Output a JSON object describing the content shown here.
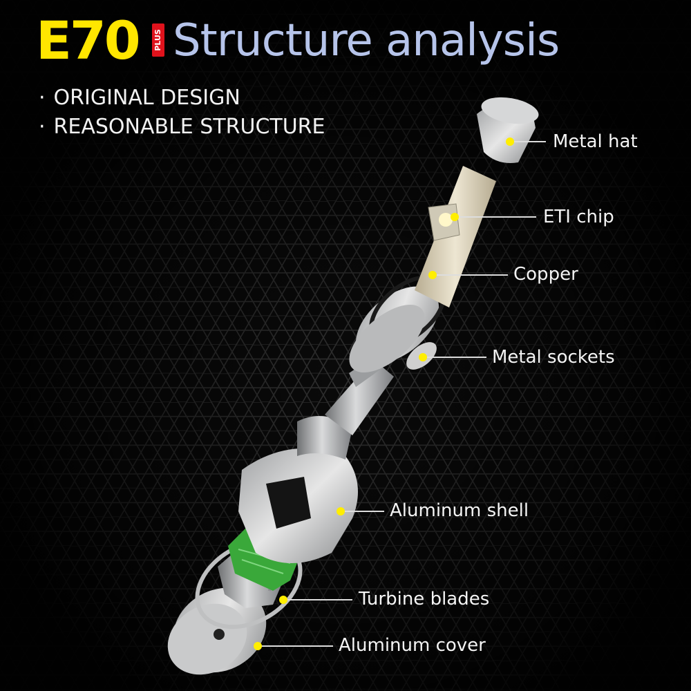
{
  "header": {
    "brand": "E70",
    "badge": "PLUS",
    "title": "Structure analysis"
  },
  "features": [
    "ORIGINAL DESIGN",
    "REASONABLE STRUCTURE"
  ],
  "bullet": "·",
  "callouts": [
    {
      "label": "Metal hat"
    },
    {
      "label": "ETI chip"
    },
    {
      "label": "Copper"
    },
    {
      "label": "Metal sockets"
    },
    {
      "label": "Aluminum shell"
    },
    {
      "label": "Turbine blades"
    },
    {
      "label": "Aluminum cover"
    }
  ],
  "colors": {
    "background": "#050505",
    "brand": "#ffe600",
    "badge": "#e0121c",
    "title": "#b6c4ea",
    "marker": "#ffee00",
    "leader": "#dddddd",
    "pcb": "#3aa83a"
  }
}
